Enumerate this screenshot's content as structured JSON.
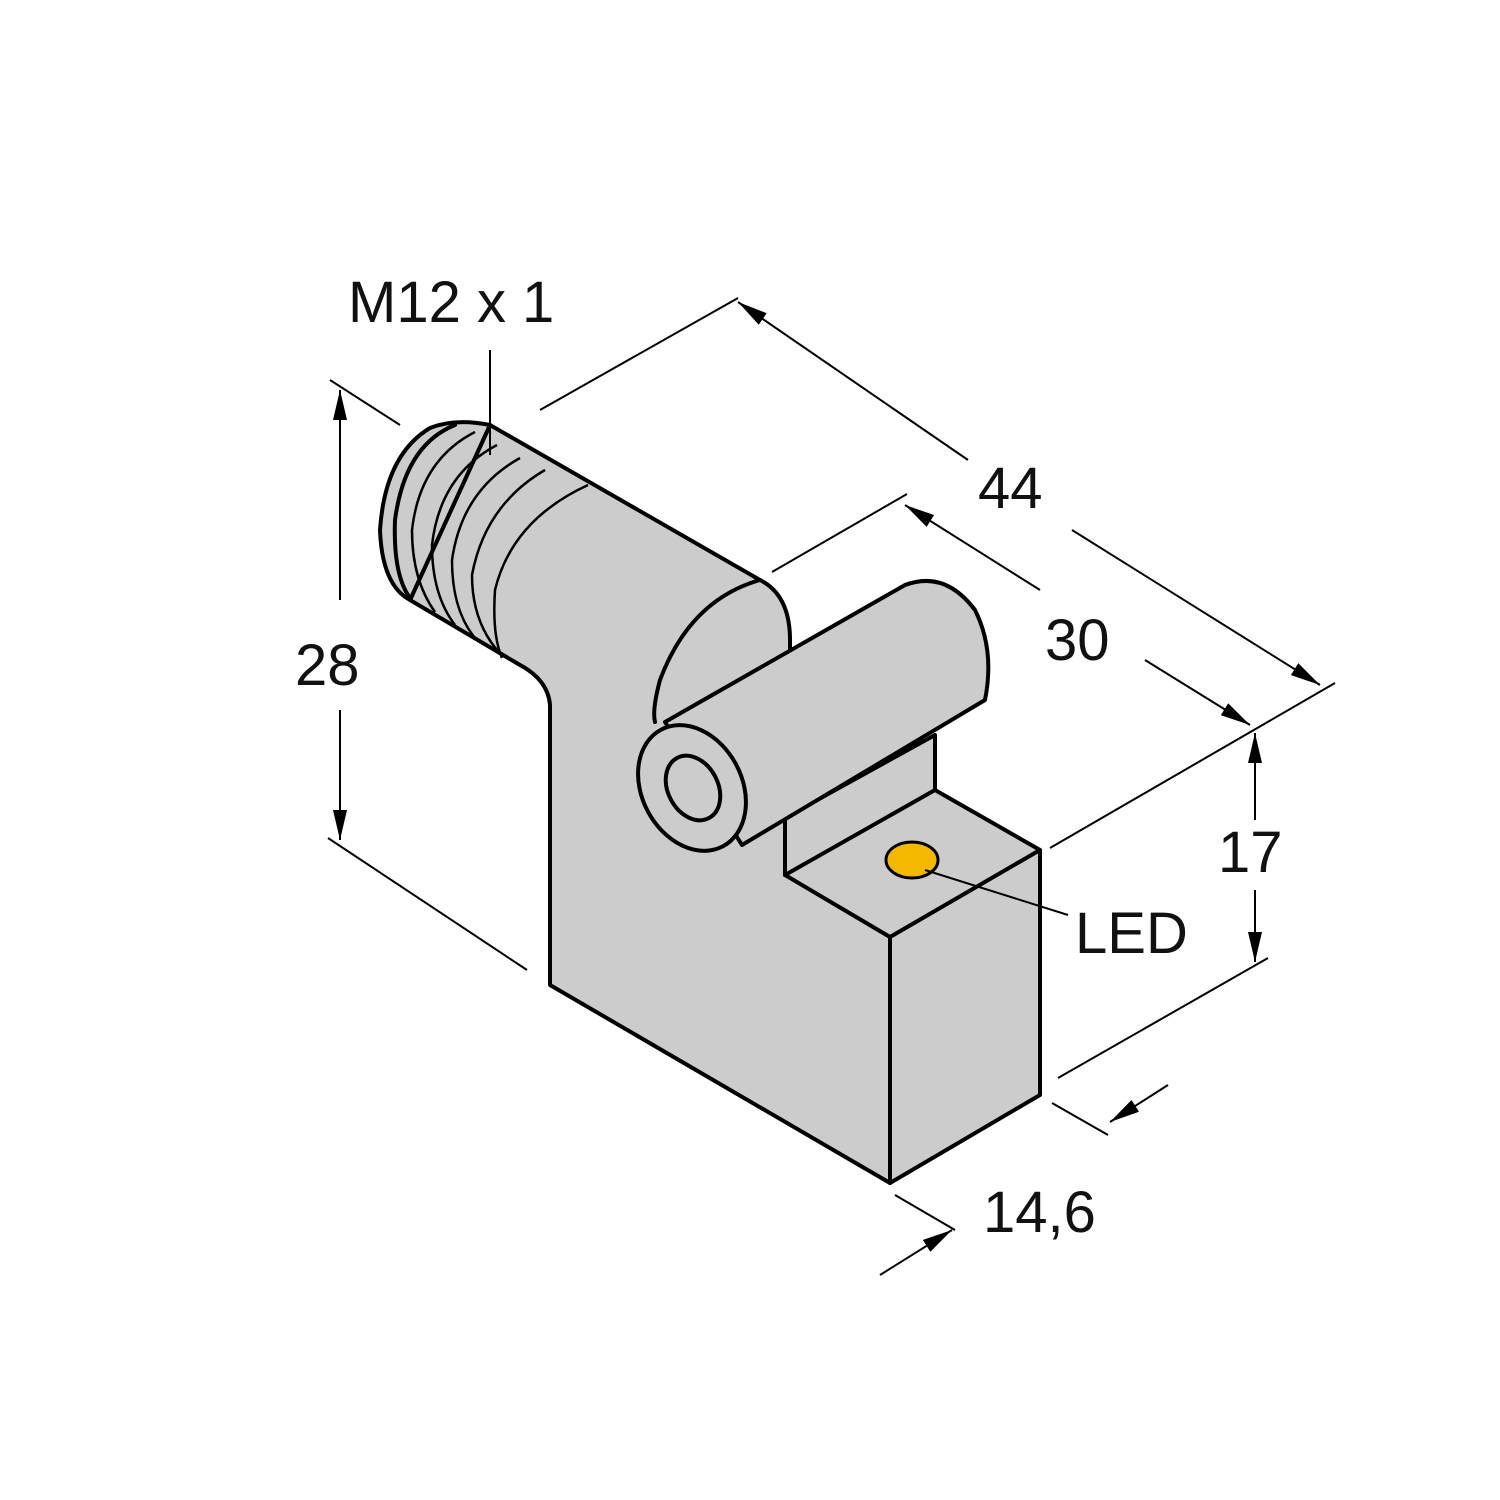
{
  "drawing": {
    "thread_label": "M12 x 1",
    "dim_total_length": "44",
    "dim_body_length": "30",
    "dim_height": "28",
    "dim_block_height": "17",
    "dim_width": "14,6",
    "led_label": "LED"
  },
  "colors": {
    "body": "#cccccc",
    "led": "#f5b800",
    "line": "#000000"
  }
}
